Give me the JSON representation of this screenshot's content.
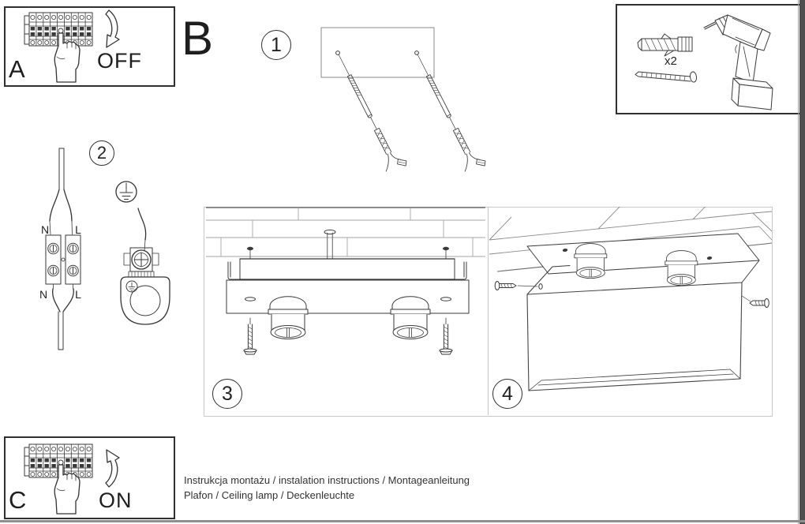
{
  "document": {
    "footer_line1": "Instrukcja montażu / instalation instructions / Montageanleitung",
    "footer_line2": "Plafon / Ceiling lamp / Deckenleuchte"
  },
  "panel_a": {
    "label": "A",
    "state": "OFF"
  },
  "panel_c": {
    "label": "C",
    "state": "ON"
  },
  "section_b": {
    "label": "B"
  },
  "steps": {
    "s1": "1",
    "s2": "2",
    "s3": "3",
    "s4": "4"
  },
  "tools": {
    "anchor_quantity": "x2"
  },
  "wiring": {
    "top_n": "N",
    "top_l": "L",
    "bottom_n": "N",
    "bottom_l": "L"
  },
  "icons": {
    "breaker_off": "circuit-breaker-switch-off",
    "breaker_on": "circuit-breaker-switch-on",
    "tools": [
      "wall-plug",
      "screw",
      "cordless-drill"
    ],
    "step1": "mounting-holes-with-anchors",
    "step2": "terminal-block-and-ground-clamp-wiring",
    "step3": "fixture-screwed-to-ceiling-plate",
    "step4": "shade-attached-with-side-screws"
  },
  "colors": {
    "line": "#3a3a3a",
    "frame_dark": "#2f2f2f",
    "frame_light": "#c9c9c9",
    "background": "#ffffff"
  }
}
